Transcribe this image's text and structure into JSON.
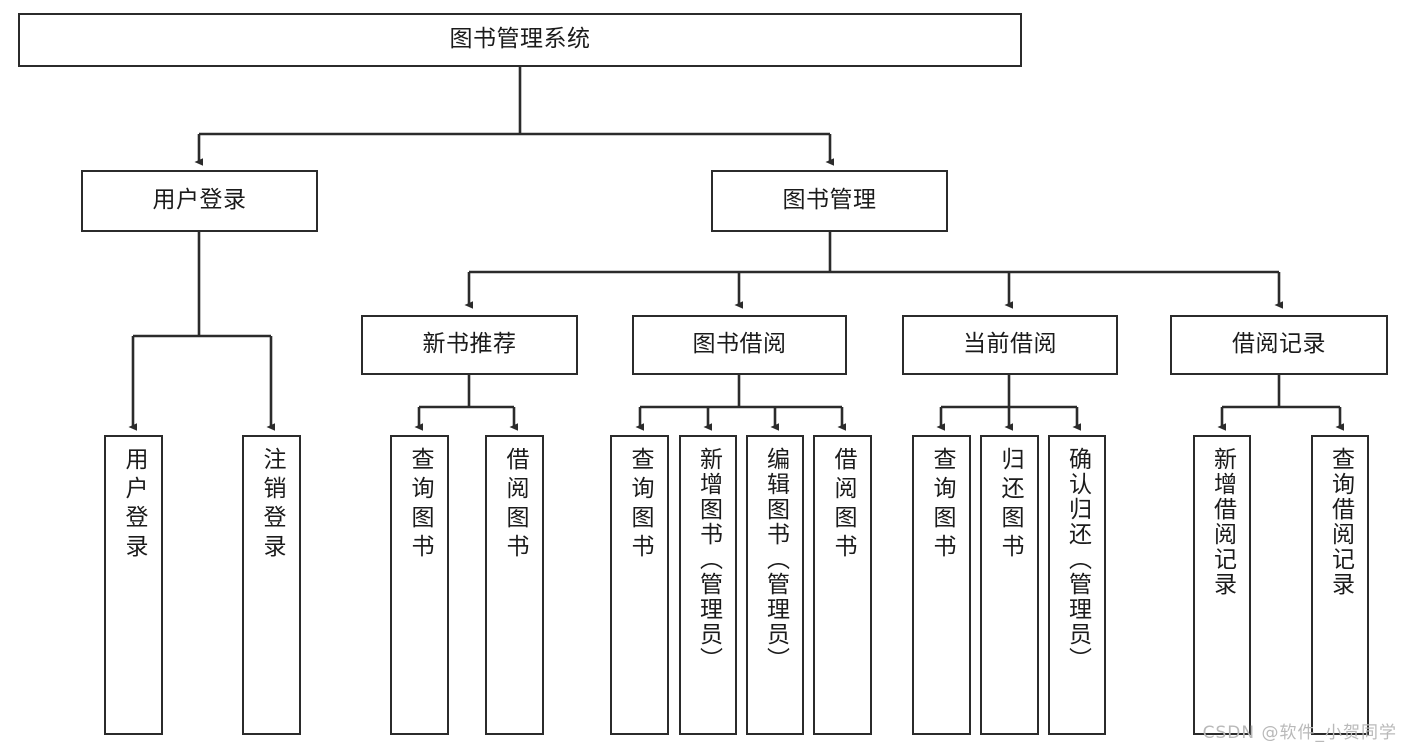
{
  "diagram": {
    "title": "图书管理系统",
    "type": "tree",
    "colors": {
      "box_border": "#2b2b2b",
      "box_fill": "#ffffff",
      "edge": "#2b2b2b",
      "text": "#1b1b1b",
      "watermark": "#b9b9b9",
      "background": "#ffffff"
    },
    "watermark": "CSDN @软件_小贺同学",
    "nodes": {
      "root": {
        "label": "图书管理系统"
      },
      "level1": [
        {
          "label": "用户登录"
        },
        {
          "label": "图书管理"
        }
      ],
      "level2": [
        {
          "label": "新书推荐"
        },
        {
          "label": "图书借阅"
        },
        {
          "label": "当前借阅"
        },
        {
          "label": "借阅记录"
        }
      ],
      "leaves": {
        "user_login": [
          {
            "label": "用户登录"
          },
          {
            "label": "注销登录"
          }
        ],
        "new_book": [
          {
            "label": "查询图书"
          },
          {
            "label": "借阅图书"
          }
        ],
        "book_borrow": [
          {
            "label": "查询图书"
          },
          {
            "label": "新增图书（管理员）"
          },
          {
            "label": "编辑图书（管理员）"
          },
          {
            "label": "借阅图书"
          }
        ],
        "current_borrow": [
          {
            "label": "查询图书"
          },
          {
            "label": "归还图书"
          },
          {
            "label": "确认归还（管理员）"
          }
        ],
        "borrow_record": [
          {
            "label": "新增借阅记录"
          },
          {
            "label": "查询借阅记录"
          }
        ]
      }
    }
  }
}
